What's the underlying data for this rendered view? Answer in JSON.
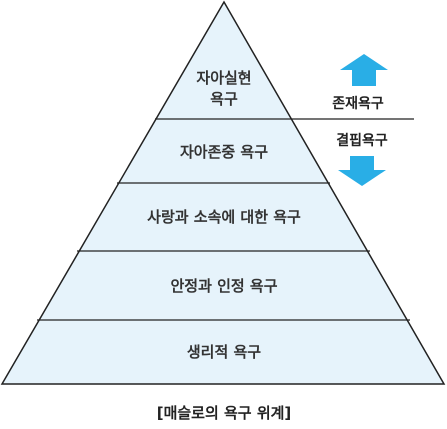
{
  "pyramid": {
    "levels": [
      {
        "label": "자아실현",
        "label_line2": "욕구"
      },
      {
        "label": "자아존중 욕구"
      },
      {
        "label": "사랑과 소속에 대한 욕구"
      },
      {
        "label": "안정과 인정 욕구"
      },
      {
        "label": "생리적 욕구"
      }
    ]
  },
  "side": {
    "growth_label": "존재욕구",
    "deficiency_label": "결핍욕구"
  },
  "caption": "[매슬로의 욕구 위계]",
  "colors": {
    "fill": "#e6f3fb",
    "outline": "#222222",
    "arrow": "#29aee6",
    "text": "#333333"
  }
}
